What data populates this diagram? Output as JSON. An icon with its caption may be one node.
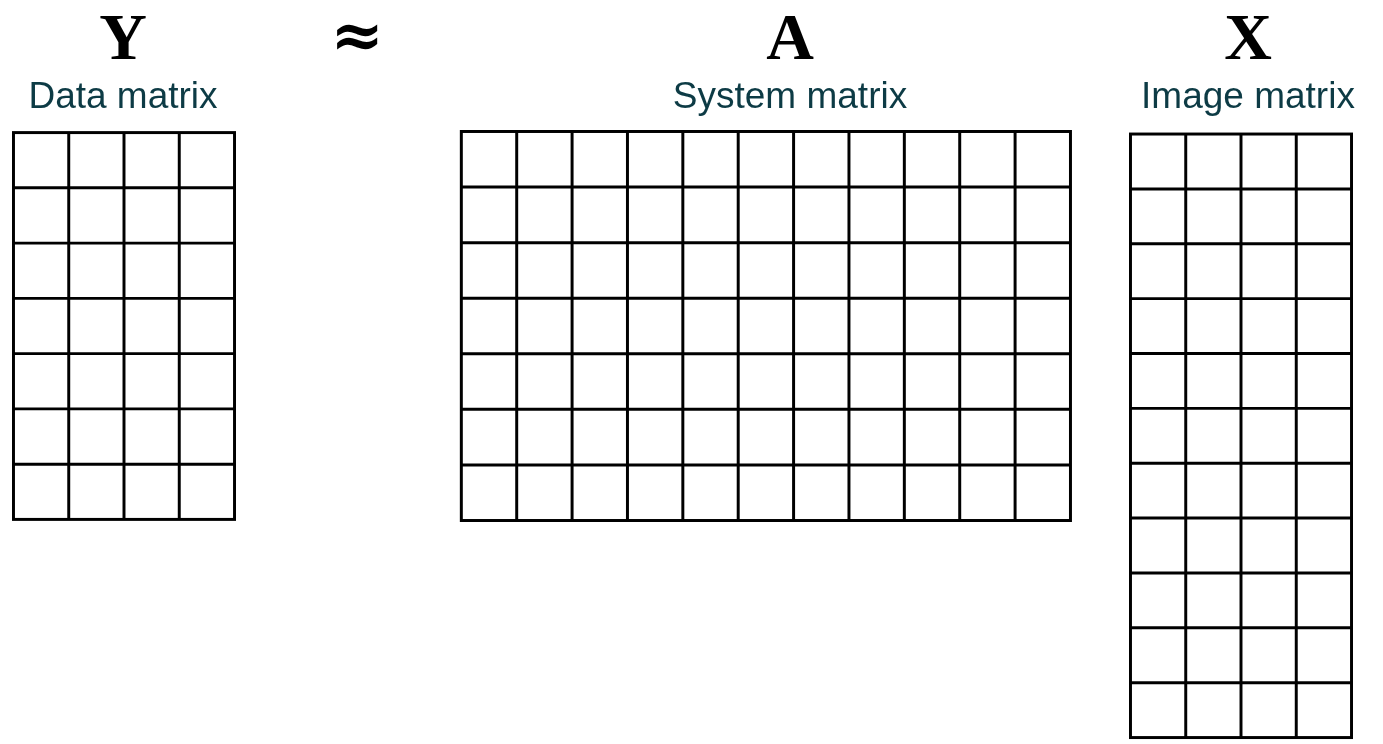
{
  "diagram": {
    "nodes": [
      {
        "text": [
          "Y",
          "Data matrix"
        ]
      },
      {
        "text": [
          "A",
          "System matrix"
        ]
      },
      {
        "text": [
          "X",
          "Image matrix"
        ]
      }
    ],
    "labels": [
      "≈"
    ]
  }
}
